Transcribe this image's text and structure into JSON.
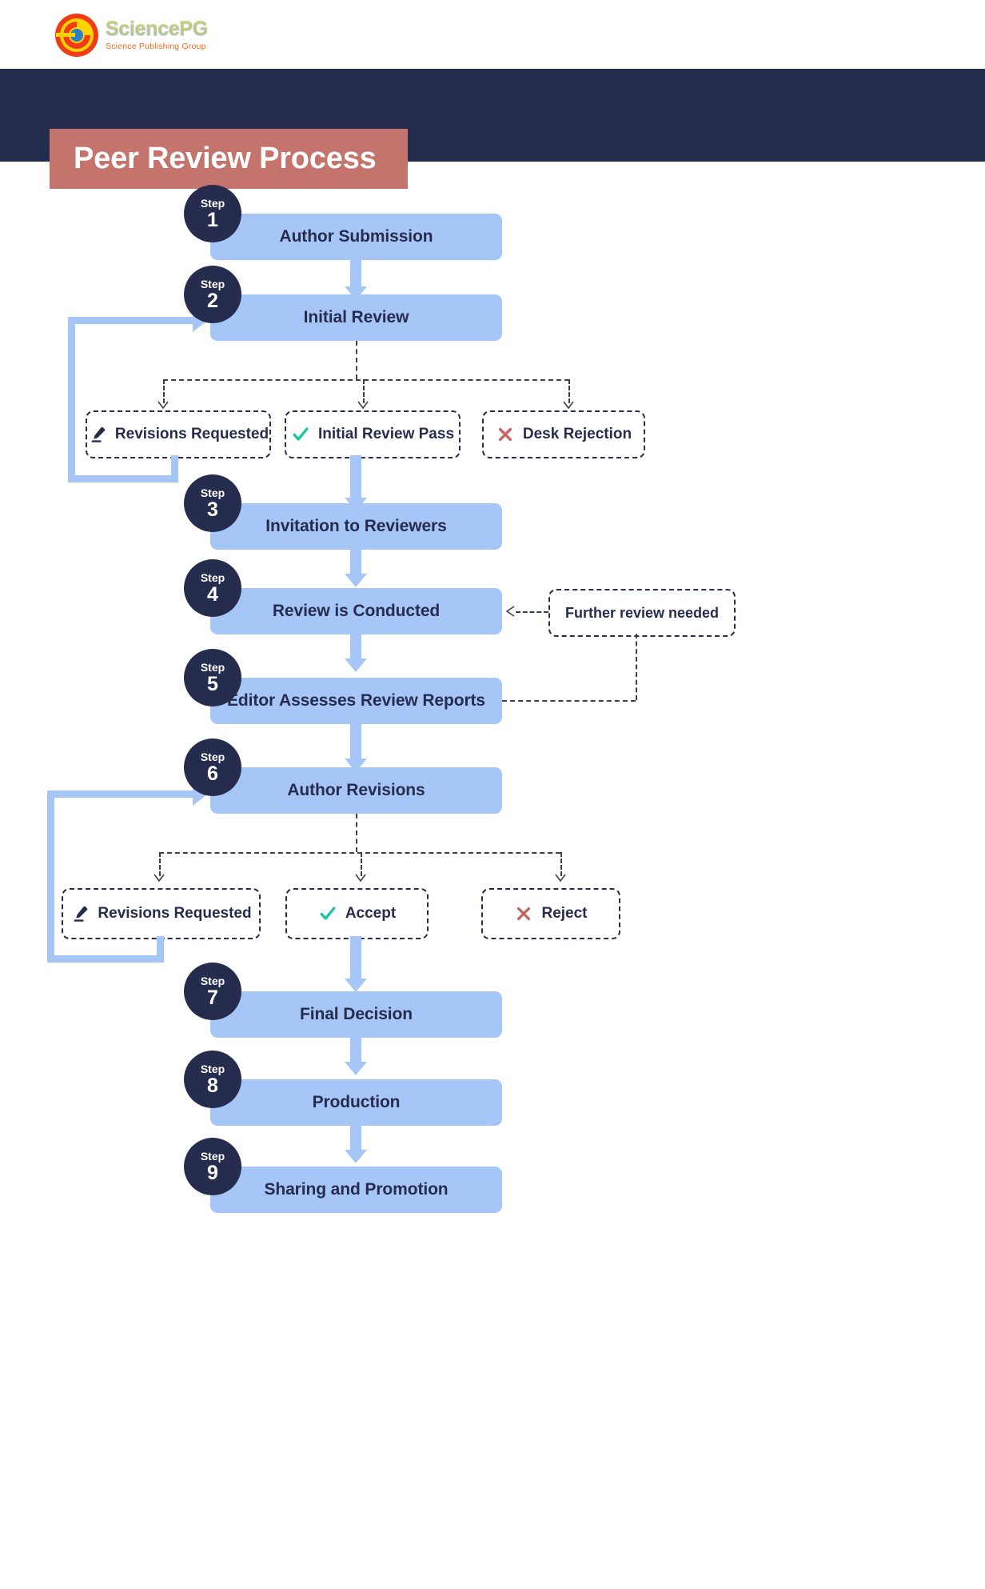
{
  "brand": {
    "name": "SciencePG",
    "tagline": "Science Publishing Group",
    "logo_icon": "sciencepg-circle-logo"
  },
  "header": {
    "title": "Peer Review Process",
    "band_color": "#262c4d",
    "banner_color": "#c4736d"
  },
  "theme": {
    "box_fill": "#a6c6f7",
    "text_dark": "#262c4d",
    "accent_check": "#19c4a5",
    "accent_x": "#c4736d",
    "arrow_color": "#a6c6f7"
  },
  "flow": {
    "steps": [
      {
        "step_word": "Step",
        "number": "1",
        "label": "Author Submission"
      },
      {
        "step_word": "Step",
        "number": "2",
        "label": "Initial Review"
      },
      {
        "step_word": "Step",
        "number": "3",
        "label": "Invitation to Reviewers"
      },
      {
        "step_word": "Step",
        "number": "4",
        "label": "Review is Conducted"
      },
      {
        "step_word": "Step",
        "number": "5",
        "label": "Editor Assesses Review Reports"
      },
      {
        "step_word": "Step",
        "number": "6",
        "label": "Author Revisions"
      },
      {
        "step_word": "Step",
        "number": "7",
        "label": "Final Decision"
      },
      {
        "step_word": "Step",
        "number": "8",
        "label": "Production"
      },
      {
        "step_word": "Step",
        "number": "9",
        "label": "Sharing and Promotion"
      }
    ],
    "branch_one": [
      {
        "label": "Revisions Requested",
        "icon": "pencil-icon"
      },
      {
        "label": "Initial Review Pass",
        "icon": "check-icon"
      },
      {
        "label": "Desk Rejection",
        "icon": "cross-icon"
      }
    ],
    "branch_two": [
      {
        "label": "Revisions Requested",
        "icon": "pencil-icon"
      },
      {
        "label": "Accept",
        "icon": "check-icon"
      },
      {
        "label": "Reject",
        "icon": "cross-icon"
      }
    ],
    "side_note": {
      "label": "Further review needed"
    }
  }
}
